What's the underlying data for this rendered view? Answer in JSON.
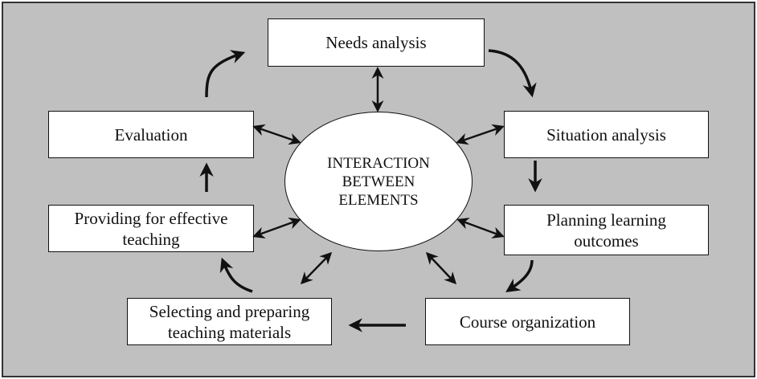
{
  "diagram": {
    "title": "Curriculum design elements",
    "center": {
      "label_lines": [
        "INTERACTION",
        "BETWEEN",
        "ELEMENTS"
      ]
    },
    "nodes": {
      "needs_analysis": "Needs analysis",
      "situation_analysis": "Situation analysis",
      "planning_learning_outcomes": [
        "Planning learning",
        "outcomes"
      ],
      "course_organization": "Course organization",
      "selecting_materials": [
        "Selecting and preparing",
        "teaching materials"
      ],
      "providing_teaching": [
        "Providing for effective",
        "teaching"
      ],
      "evaluation": "Evaluation"
    },
    "cycle_order": [
      "Needs analysis",
      "Situation analysis",
      "Planning learning outcomes",
      "Course organization",
      "Selecting and preparing teaching materials",
      "Providing for effective teaching",
      "Evaluation"
    ],
    "connections": {
      "cycle": "one-way curved arrows between consecutive elements",
      "center": "two-way arrows between each element and the center"
    },
    "colors": {
      "background": "#c0c0c0",
      "box": "#ffffff",
      "line": "#111111"
    }
  }
}
